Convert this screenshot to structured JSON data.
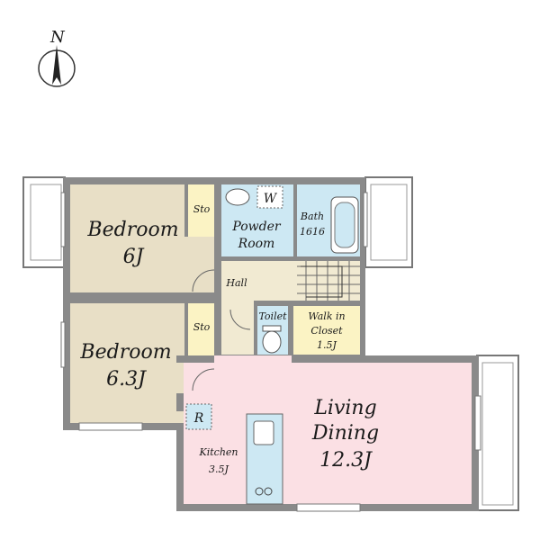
{
  "compass": {
    "label": "N"
  },
  "rooms": {
    "bedroom1": {
      "name": "Bedroom",
      "size": "6J"
    },
    "bedroom2": {
      "name": "Bedroom",
      "size": "6.3J"
    },
    "storage1": {
      "name": "Sto"
    },
    "storage2": {
      "name": "Sto"
    },
    "powder": {
      "name_line1": "Powder",
      "name_line2": "Room",
      "washer": "W"
    },
    "bath": {
      "name": "Bath",
      "size": "1616"
    },
    "hall": {
      "name": "Hall"
    },
    "toilet": {
      "name": "Toilet"
    },
    "walkin": {
      "name_line1": "Walk in",
      "name_line2": "Closet",
      "size": "1.5J"
    },
    "living": {
      "name_line1": "Living",
      "name_line2": "Dining",
      "size": "12.3J"
    },
    "kitchen": {
      "name": "Kitchen",
      "size": "3.5J",
      "fridge": "R"
    }
  },
  "colors": {
    "bedroom": "#e8dfc6",
    "storage": "#fbf3c4",
    "wet": "#cde8f3",
    "living": "#fbe0e4",
    "hall": "#f1ead2",
    "wall": "#8a8a8a"
  }
}
